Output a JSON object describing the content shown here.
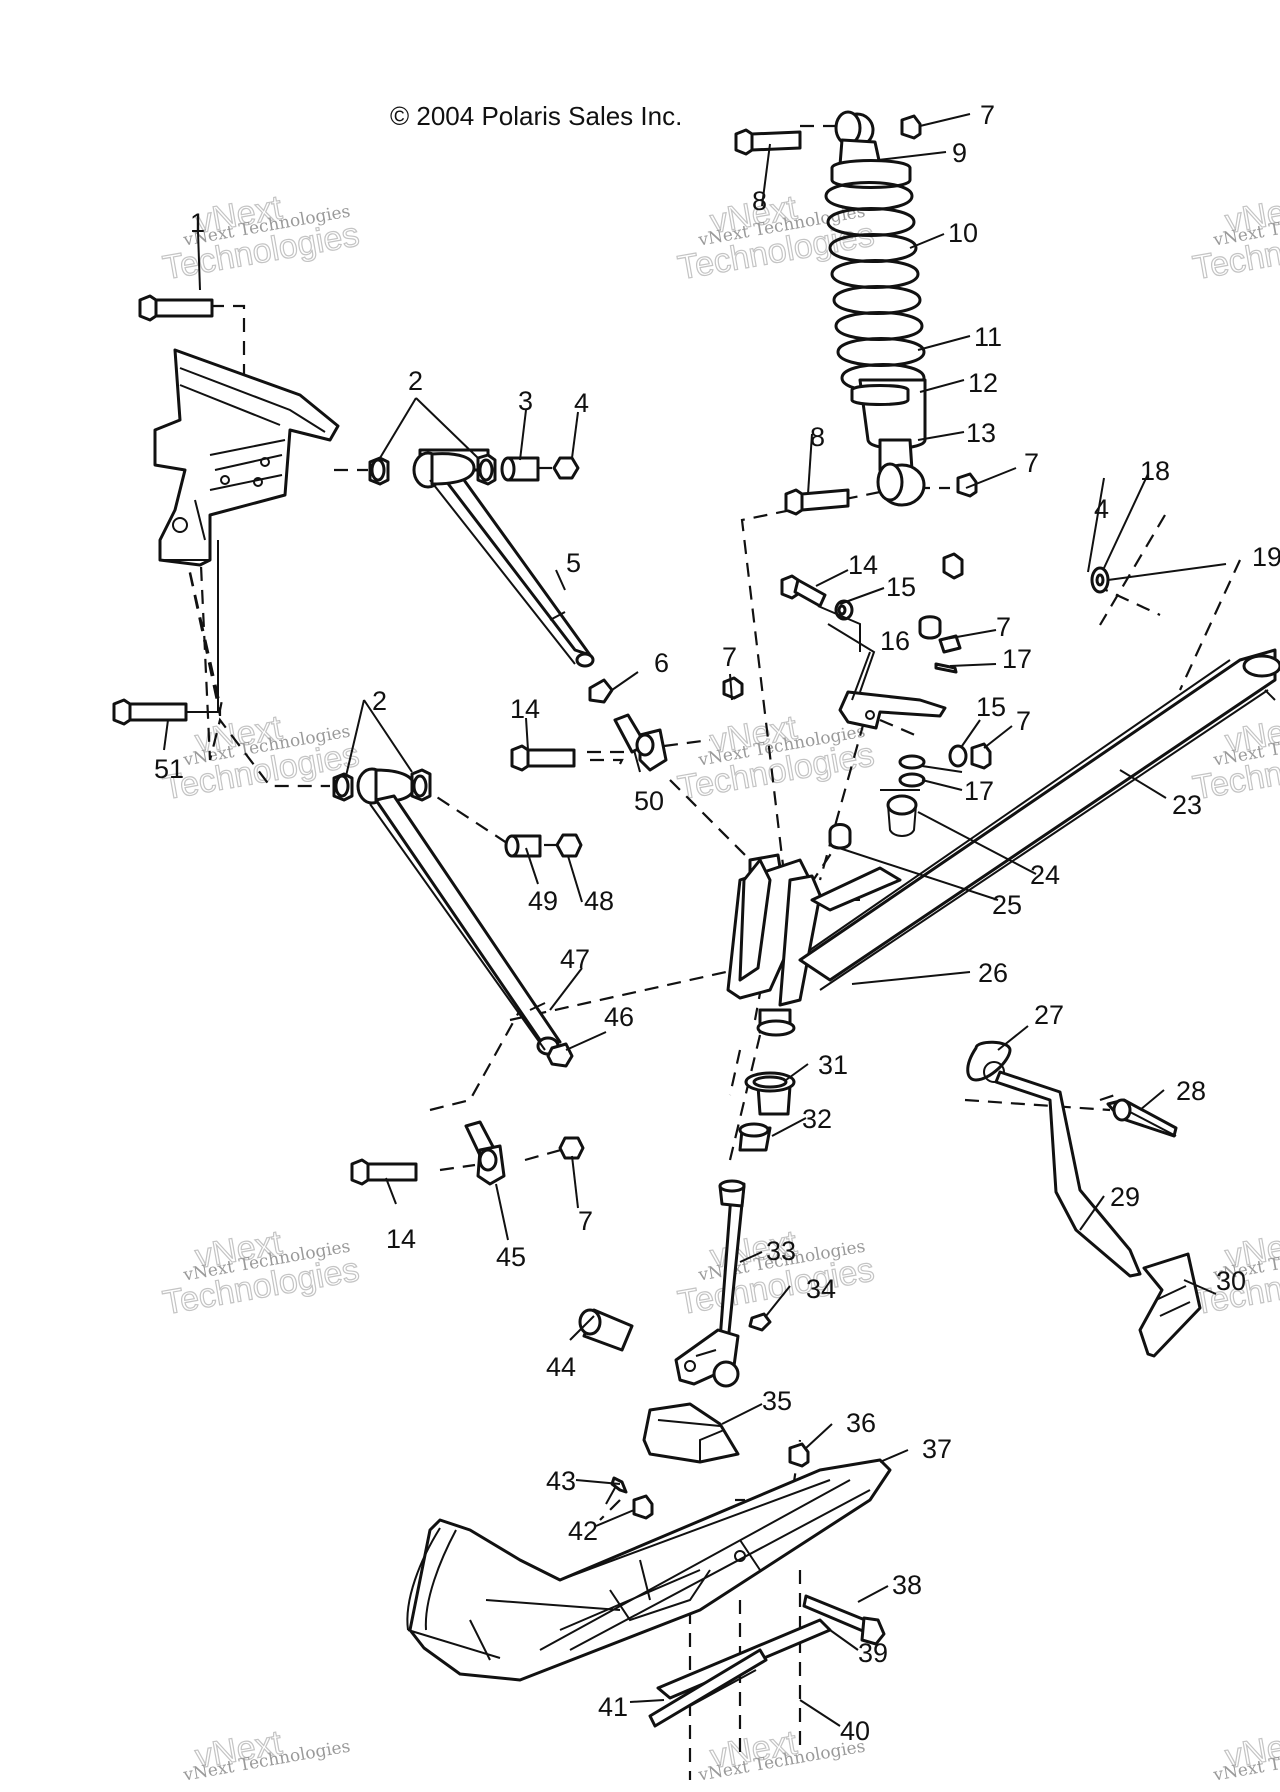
{
  "copyright": "© 2004 Polaris Sales Inc.",
  "watermark": {
    "line1": "vNext Technologies",
    "line2": "vNext",
    "line3": "Technologies"
  },
  "callouts": [
    {
      "id": "c1",
      "text": "1"
    },
    {
      "id": "c2a",
      "text": "2"
    },
    {
      "id": "c2b",
      "text": "2"
    },
    {
      "id": "c3",
      "text": "3"
    },
    {
      "id": "c4a",
      "text": "4"
    },
    {
      "id": "c4b",
      "text": "4"
    },
    {
      "id": "c5",
      "text": "5"
    },
    {
      "id": "c6",
      "text": "6"
    },
    {
      "id": "c7a",
      "text": "7"
    },
    {
      "id": "c7b",
      "text": "7"
    },
    {
      "id": "c7c",
      "text": "7"
    },
    {
      "id": "c7d",
      "text": "7"
    },
    {
      "id": "c7e",
      "text": "7"
    },
    {
      "id": "c7f",
      "text": "7"
    },
    {
      "id": "c8a",
      "text": "8"
    },
    {
      "id": "c8b",
      "text": "8"
    },
    {
      "id": "c9",
      "text": "9"
    },
    {
      "id": "c10",
      "text": "10"
    },
    {
      "id": "c11",
      "text": "11"
    },
    {
      "id": "c12",
      "text": "12"
    },
    {
      "id": "c13",
      "text": "13"
    },
    {
      "id": "c14a",
      "text": "14"
    },
    {
      "id": "c14b",
      "text": "14"
    },
    {
      "id": "c14c",
      "text": "14"
    },
    {
      "id": "c15a",
      "text": "15"
    },
    {
      "id": "c15b",
      "text": "15"
    },
    {
      "id": "c16",
      "text": "16"
    },
    {
      "id": "c17a",
      "text": "17"
    },
    {
      "id": "c17b",
      "text": "17"
    },
    {
      "id": "c18",
      "text": "18"
    },
    {
      "id": "c19",
      "text": "19"
    },
    {
      "id": "c23",
      "text": "23"
    },
    {
      "id": "c24",
      "text": "24"
    },
    {
      "id": "c25",
      "text": "25"
    },
    {
      "id": "c26",
      "text": "26"
    },
    {
      "id": "c27",
      "text": "27"
    },
    {
      "id": "c28",
      "text": "28"
    },
    {
      "id": "c29",
      "text": "29"
    },
    {
      "id": "c30",
      "text": "30"
    },
    {
      "id": "c31",
      "text": "31"
    },
    {
      "id": "c32",
      "text": "32"
    },
    {
      "id": "c33",
      "text": "33"
    },
    {
      "id": "c34",
      "text": "34"
    },
    {
      "id": "c35",
      "text": "35"
    },
    {
      "id": "c36",
      "text": "36"
    },
    {
      "id": "c37",
      "text": "37"
    },
    {
      "id": "c38",
      "text": "38"
    },
    {
      "id": "c39",
      "text": "39"
    },
    {
      "id": "c40",
      "text": "40"
    },
    {
      "id": "c41",
      "text": "41"
    },
    {
      "id": "c42",
      "text": "42"
    },
    {
      "id": "c43",
      "text": "43"
    },
    {
      "id": "c44",
      "text": "44"
    },
    {
      "id": "c45",
      "text": "45"
    },
    {
      "id": "c46",
      "text": "46"
    },
    {
      "id": "c47",
      "text": "47"
    },
    {
      "id": "c48",
      "text": "48"
    },
    {
      "id": "c49",
      "text": "49"
    },
    {
      "id": "c50",
      "text": "50"
    },
    {
      "id": "c51",
      "text": "51"
    }
  ]
}
